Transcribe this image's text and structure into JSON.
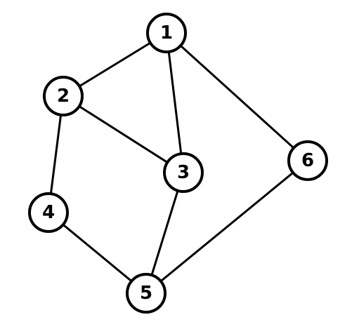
{
  "graph": {
    "nodes": [
      {
        "id": "1",
        "label": "1"
      },
      {
        "id": "2",
        "label": "2"
      },
      {
        "id": "3",
        "label": "3"
      },
      {
        "id": "4",
        "label": "4"
      },
      {
        "id": "5",
        "label": "5"
      },
      {
        "id": "6",
        "label": "6"
      }
    ],
    "edges": [
      {
        "from": "1",
        "to": "2"
      },
      {
        "from": "1",
        "to": "3"
      },
      {
        "from": "1",
        "to": "6"
      },
      {
        "from": "2",
        "to": "3"
      },
      {
        "from": "2",
        "to": "4"
      },
      {
        "from": "3",
        "to": "5"
      },
      {
        "from": "4",
        "to": "5"
      },
      {
        "from": "5",
        "to": "6"
      }
    ]
  }
}
